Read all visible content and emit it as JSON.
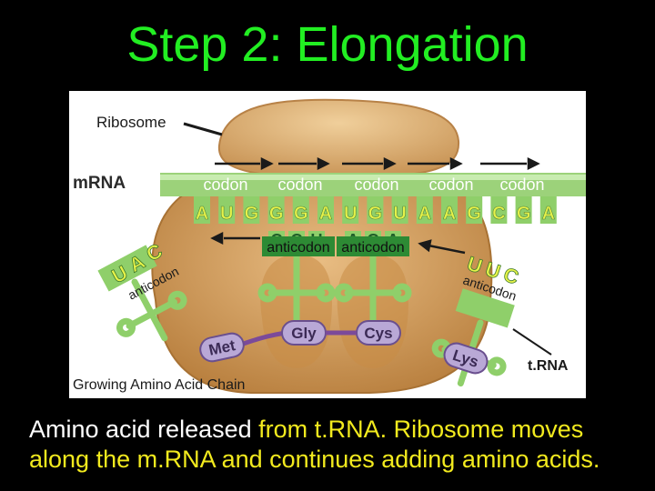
{
  "title": "Step 2: Elongation",
  "diagram": {
    "ribosome_label": "Ribosome",
    "mrna_label": "mRNA",
    "codon_label": "codon",
    "mrna_sequence": [
      "A",
      "U",
      "G",
      "G",
      "G",
      "A",
      "U",
      "G",
      "U",
      "A",
      "A",
      "G",
      "C",
      "G",
      "A"
    ],
    "anticodon_bases": [
      "C",
      "C",
      "U",
      "A",
      "C",
      "A"
    ],
    "anticodon_label": "anticodon",
    "left_trna_bases": [
      "U",
      "A",
      "C"
    ],
    "right_trna_bases": [
      "U",
      "U",
      "C"
    ],
    "left_trna_label": "anticodon",
    "right_trna_label": "anticodon",
    "amino_acids": [
      "Met",
      "Gly",
      "Cys",
      "Lys"
    ],
    "chain_label": "Growing Amino Acid Chain",
    "trna_label": "t.RNA"
  },
  "caption": {
    "part1": "Amino acid released",
    "part2": " from t.RNA.",
    "part3": "  Ribosome moves along the m.RNA and continues adding amino acids."
  }
}
